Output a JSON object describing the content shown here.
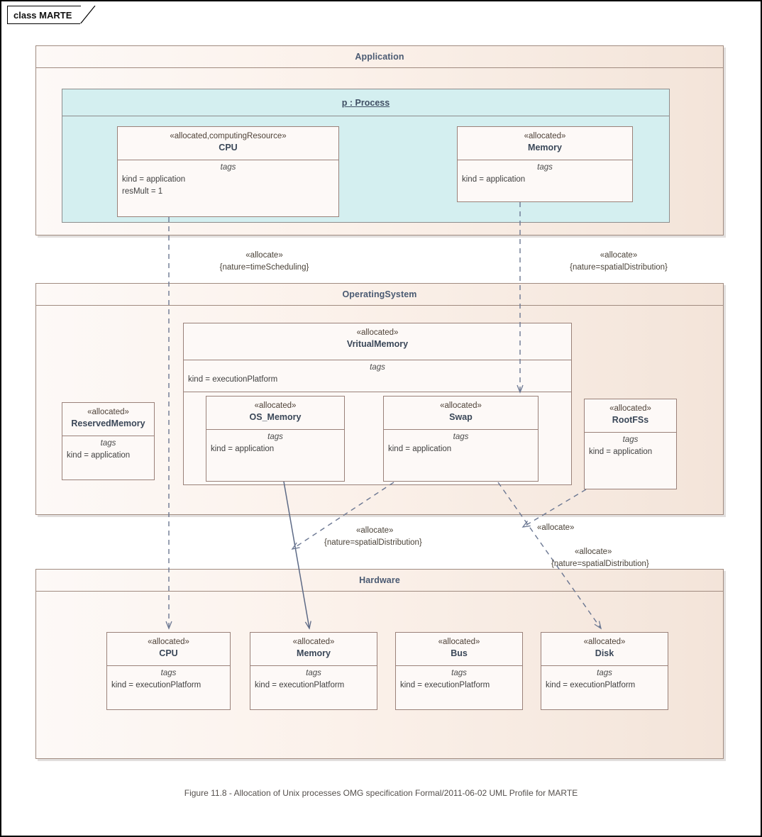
{
  "diagram": {
    "tab_label": "class MARTE",
    "caption": "Figure 11.8 - Allocation of Unix processes  OMG specification Formal/2011-06-02  UML Profile for MARTE"
  },
  "colors": {
    "frame_border": "#a08b80",
    "frame_fill_light": "#fdf9f7",
    "frame_fill_dark": "#f3e4d9",
    "instance_fill": "#d4eff0",
    "box_border": "#9a8179",
    "box_fill": "#fdf9f7",
    "title_text": "#4a5a72",
    "edge_line": "#6b7792"
  },
  "frames": {
    "application": {
      "title": "Application"
    },
    "operating_system": {
      "title": "OperatingSystem"
    },
    "hardware": {
      "title": "Hardware"
    }
  },
  "instance": {
    "process": {
      "title": "p : Process"
    }
  },
  "tags_label": "tags",
  "boxes": {
    "app_cpu": {
      "stereotype": "«allocated,computingResource»",
      "name": "CPU",
      "tags": [
        "kind = application",
        "resMult = 1"
      ]
    },
    "app_memory": {
      "stereotype": "«allocated»",
      "name": "Memory",
      "tags": [
        "kind = application"
      ]
    },
    "os_reserved_memory": {
      "stereotype": "«allocated»",
      "name": "ReservedMemory",
      "tags": [
        "kind = application"
      ]
    },
    "os_virtual_memory": {
      "stereotype": "«allocated»",
      "name": "VritualMemory",
      "tags": [
        "kind = executionPlatform"
      ]
    },
    "os_os_memory": {
      "stereotype": "«allocated»",
      "name": "OS_Memory",
      "tags": [
        "kind = application"
      ]
    },
    "os_swap": {
      "stereotype": "«allocated»",
      "name": "Swap",
      "tags": [
        "kind = application"
      ]
    },
    "os_rootfss": {
      "stereotype": "«allocated»",
      "name": "RootFSs",
      "tags": [
        "kind = application"
      ]
    },
    "hw_cpu": {
      "stereotype": "«allocated»",
      "name": "CPU",
      "tags": [
        "kind = executionPlatform"
      ]
    },
    "hw_memory": {
      "stereotype": "«allocated»",
      "name": "Memory",
      "tags": [
        "kind = executionPlatform"
      ]
    },
    "hw_bus": {
      "stereotype": "«allocated»",
      "name": "Bus",
      "tags": [
        "kind = executionPlatform"
      ]
    },
    "hw_disk": {
      "stereotype": "«allocated»",
      "name": "Disk",
      "tags": [
        "kind = executionPlatform"
      ]
    }
  },
  "edges": [
    {
      "id": "cpu-to-hw-cpu",
      "stereotype": "«allocate»",
      "constraint": "{nature=timeScheduling}",
      "from": "app_cpu",
      "to": "hw_cpu",
      "style": "dashed"
    },
    {
      "id": "memory-to-swap",
      "stereotype": "«allocate»",
      "constraint": "{nature=spatialDistribution}",
      "from": "app_memory",
      "to": "os_swap",
      "style": "dashed"
    },
    {
      "id": "swap-to-hw-memory",
      "stereotype": "«allocate»",
      "constraint": "{nature=spatialDistribution}",
      "from": "os_swap",
      "to": "hw_memory",
      "style": "dashed"
    },
    {
      "id": "rootfss-to-vm",
      "stereotype": "«allocate»",
      "constraint": "",
      "from": "os_rootfss",
      "to": "os_virtual_memory",
      "style": "dashed"
    },
    {
      "id": "swap-to-hw-disk",
      "stereotype": "«allocate»",
      "constraint": "{nature=spatialDistribution}",
      "from": "os_swap",
      "to": "hw_disk",
      "style": "dashed"
    }
  ]
}
